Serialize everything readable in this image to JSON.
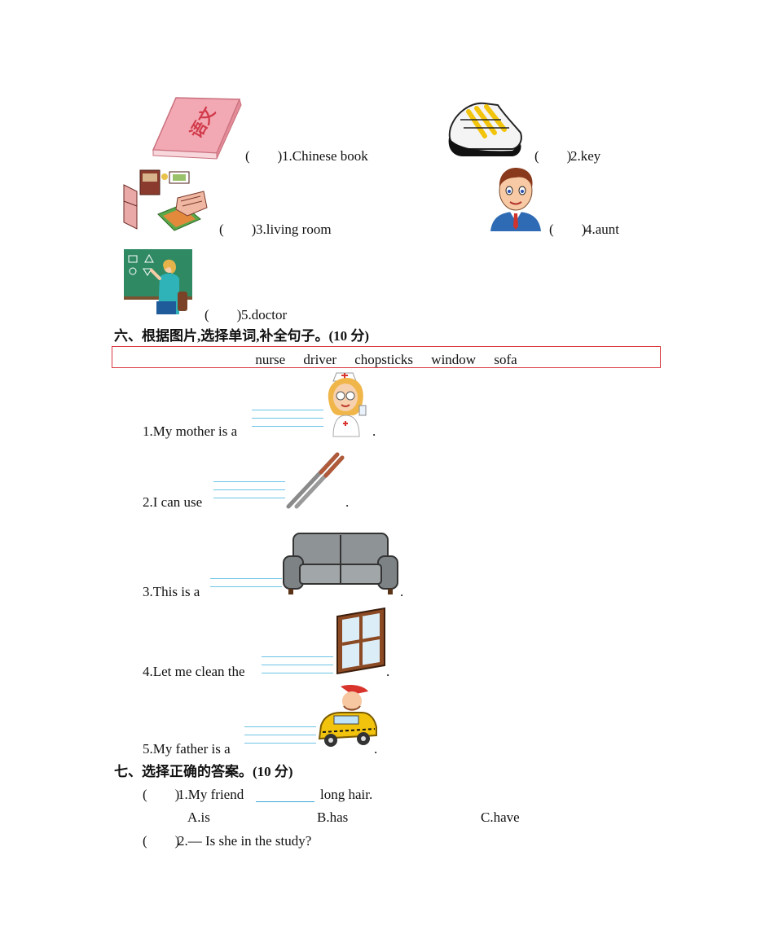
{
  "part5": {
    "items": [
      {
        "paren": "(        )",
        "label": "1.Chinese book",
        "icon": "chinese-book-image",
        "book_title": "语文"
      },
      {
        "paren": "(        )",
        "label": "2.key",
        "icon": "sneaker-image"
      },
      {
        "paren": "(        )",
        "label": "3.living room",
        "icon": "living-room-image"
      },
      {
        "paren": "(        )",
        "label": "4.aunt",
        "icon": "man-portrait-image"
      },
      {
        "paren": "(        )",
        "label": "5.doctor",
        "icon": "teacher-blackboard-image"
      }
    ]
  },
  "part6": {
    "heading": "六、根据图片,选择单词,补全句子。(10 分)",
    "word_bank": [
      "nurse",
      "driver",
      "chopsticks",
      "window",
      "sofa"
    ],
    "sentences": [
      {
        "text": "1.My mother is a",
        "end": ".",
        "icon": "nurse-image"
      },
      {
        "text": "2.I can use",
        "end": ".",
        "icon": "chopsticks-image"
      },
      {
        "text": "3.This is a",
        "end": ".",
        "icon": "sofa-image"
      },
      {
        "text": "4.Let me clean the",
        "end": ".",
        "icon": "window-image"
      },
      {
        "text": "5.My father is a",
        "end": ".",
        "icon": "taxi-driver-image"
      }
    ]
  },
  "part7": {
    "heading": "七、选择正确的答案。(10 分)",
    "q1": {
      "paren": "(        )",
      "before": "1.My friend",
      "after": "long hair.",
      "options": [
        "A.is",
        "B.has",
        "C.have"
      ]
    },
    "q2": {
      "paren": "(        )",
      "text": "2.— Is she in the study?"
    }
  },
  "colors": {
    "box_border": "#d9363e",
    "blank_line": "#6cc4e6"
  }
}
